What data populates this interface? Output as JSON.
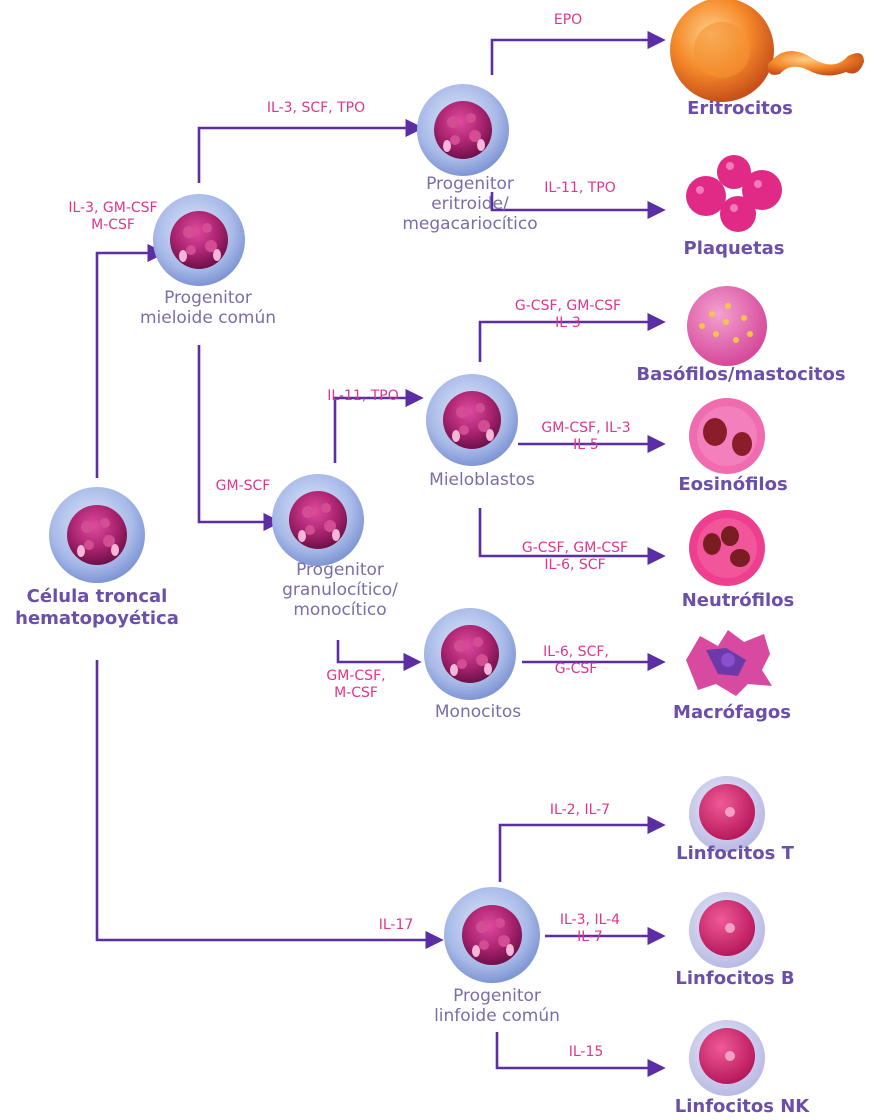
{
  "colors": {
    "arrow": "#5b2fa3",
    "cell_label": "#7b6da8",
    "final_label": "#6b4fa8",
    "factor_label": "#e0358c",
    "progenitor_outer": "#9aaee0",
    "progenitor_inner": "#a8236e"
  },
  "nodes": {
    "stem": {
      "label": "Célula troncal\nhematopoyética"
    },
    "myeloid": {
      "label": "Progenitor\nmieloide común"
    },
    "ery_mega": {
      "label": "Progenitor\neritroide/\nmegacariocítico"
    },
    "gran_mono": {
      "label": "Progenitor\ngranulocítico/\nmonocítico"
    },
    "myeloblast": {
      "label": "Mieloblastos"
    },
    "monocyte": {
      "label": "Monocitos"
    },
    "lymphoid": {
      "label": "Progenitor\nlinfoide común"
    }
  },
  "finals": {
    "erythrocytes": {
      "label": "Eritrocitos",
      "icon": "erythrocyte-icon"
    },
    "platelets": {
      "label": "Plaquetas",
      "icon": "platelets-icon"
    },
    "basophils": {
      "label": "Basófilos/mastocitos",
      "icon": "basophil-icon"
    },
    "eosinophils": {
      "label": "Eosinófilos",
      "icon": "eosinophil-icon"
    },
    "neutrophils": {
      "label": "Neutrófilos",
      "icon": "neutrophil-icon"
    },
    "macrophages": {
      "label": "Macrófagos",
      "icon": "macrophage-icon"
    },
    "t_cells": {
      "label": "Linfocitos T",
      "icon": "lymphocyte-icon"
    },
    "b_cells": {
      "label": "Linfocitos B",
      "icon": "lymphocyte-icon"
    },
    "nk_cells": {
      "label": "Linfocitos NK",
      "icon": "lymphocyte-icon"
    }
  },
  "factors": {
    "stem_to_myeloid": "IL-3, GM-CSF\nM-CSF",
    "myeloid_to_ery": "IL-3, SCF, TPO",
    "ery_to_erythrocytes": "EPO",
    "ery_to_platelets": "IL-11, TPO",
    "myeloid_to_granmono": "GM-SCF",
    "granmono_to_myeloblast": "IL-11, TPO",
    "myeloblast_to_basophils": "G-CSF, GM-CSF\nIL-3",
    "myeloblast_to_eosinophils": "GM-CSF, IL-3\nIL-5",
    "myeloblast_to_neutrophils": "G-CSF, GM-CSF\nIL-6, SCF",
    "granmono_to_monocyte": "GM-CSF,\nM-CSF",
    "monocyte_to_macrophages": "IL-6, SCF,\nG-CSF",
    "stem_to_lymphoid": "IL-17",
    "lymphoid_to_t": "IL-2, IL-7",
    "lymphoid_to_b": "IL-3, IL-4\nIL-7",
    "lymphoid_to_nk": "IL-15"
  }
}
